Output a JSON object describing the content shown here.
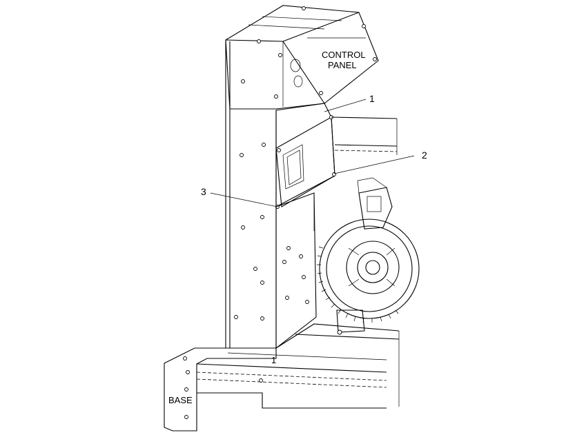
{
  "labels": {
    "control_panel_line1": "CONTROL",
    "control_panel_line2": "PANEL",
    "base": "BASE"
  },
  "callouts": [
    {
      "id": "1",
      "text": "1"
    },
    {
      "id": "2",
      "text": "2"
    },
    {
      "id": "3",
      "text": "3"
    }
  ],
  "base_marker": "1"
}
